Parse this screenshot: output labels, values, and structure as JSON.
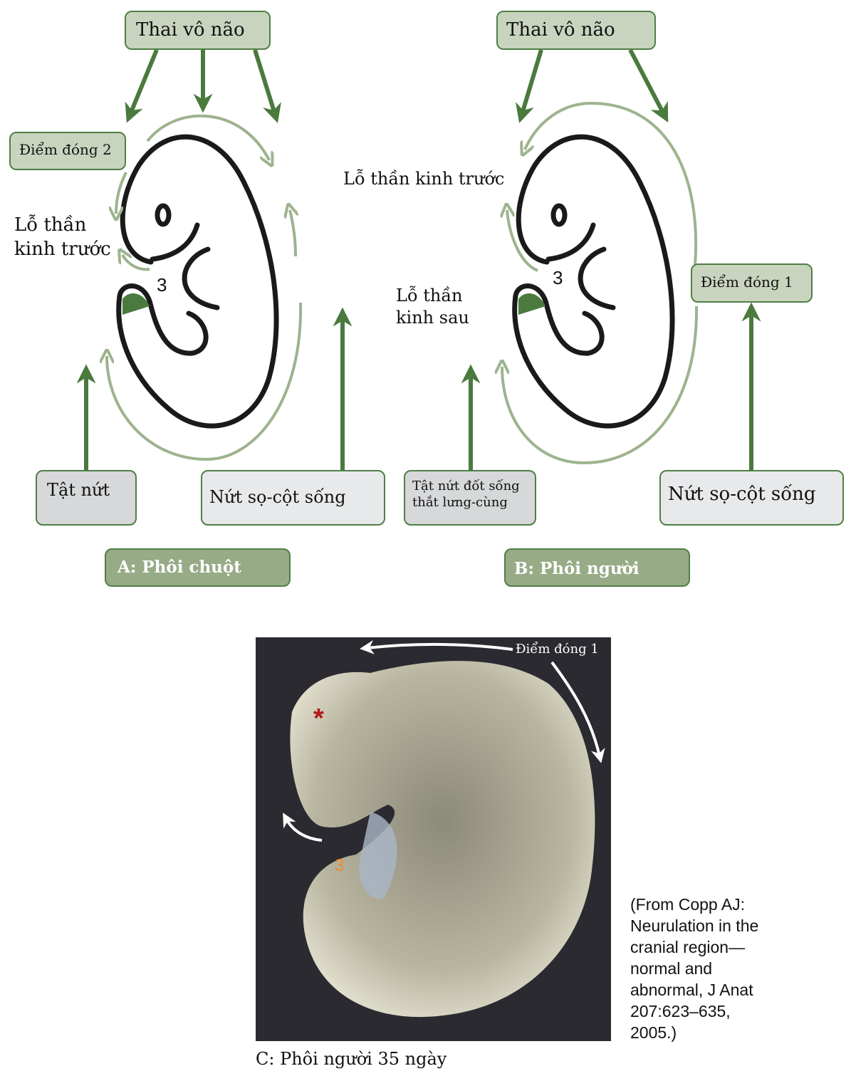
{
  "panel_a": {
    "anencephaly": "Thai vô não",
    "closure_2": "Điểm đóng 2",
    "anterior_neuropore": "Lỗ thần kinh trước",
    "site_3": "3",
    "spina_bifida": "Tật nứt",
    "craniorachischisis": "Nứt sọ-cột sống",
    "caption": "A: Phôi chuột"
  },
  "panel_b": {
    "anencephaly": "Thai vô não",
    "anterior_neuropore": "Lỗ thần kinh trước",
    "posterior_neuropore": "Lỗ thần kinh sau",
    "closure_1": "Điểm đóng 1",
    "site_3": "3",
    "lumbosacral_spina_bifida": "Tật nứt đốt sống thắt lưng-cùng",
    "craniorachischisis": "Nứt sọ-cột sống",
    "caption": "B: Phôi người"
  },
  "panel_c": {
    "closure_1": "Điểm đóng 1",
    "asterisk": "*",
    "site_3": "3",
    "caption": "C: Phôi người 35 ngày",
    "citation": "(From Copp   AJ: Neurulation in the cranial region—normal and abnormal, J Anat 207:623–635, 2005.)"
  },
  "colors": {
    "dark_green": "#4a7a3e",
    "light_green": "#9db38e",
    "box_green": "#c9d4bf"
  }
}
